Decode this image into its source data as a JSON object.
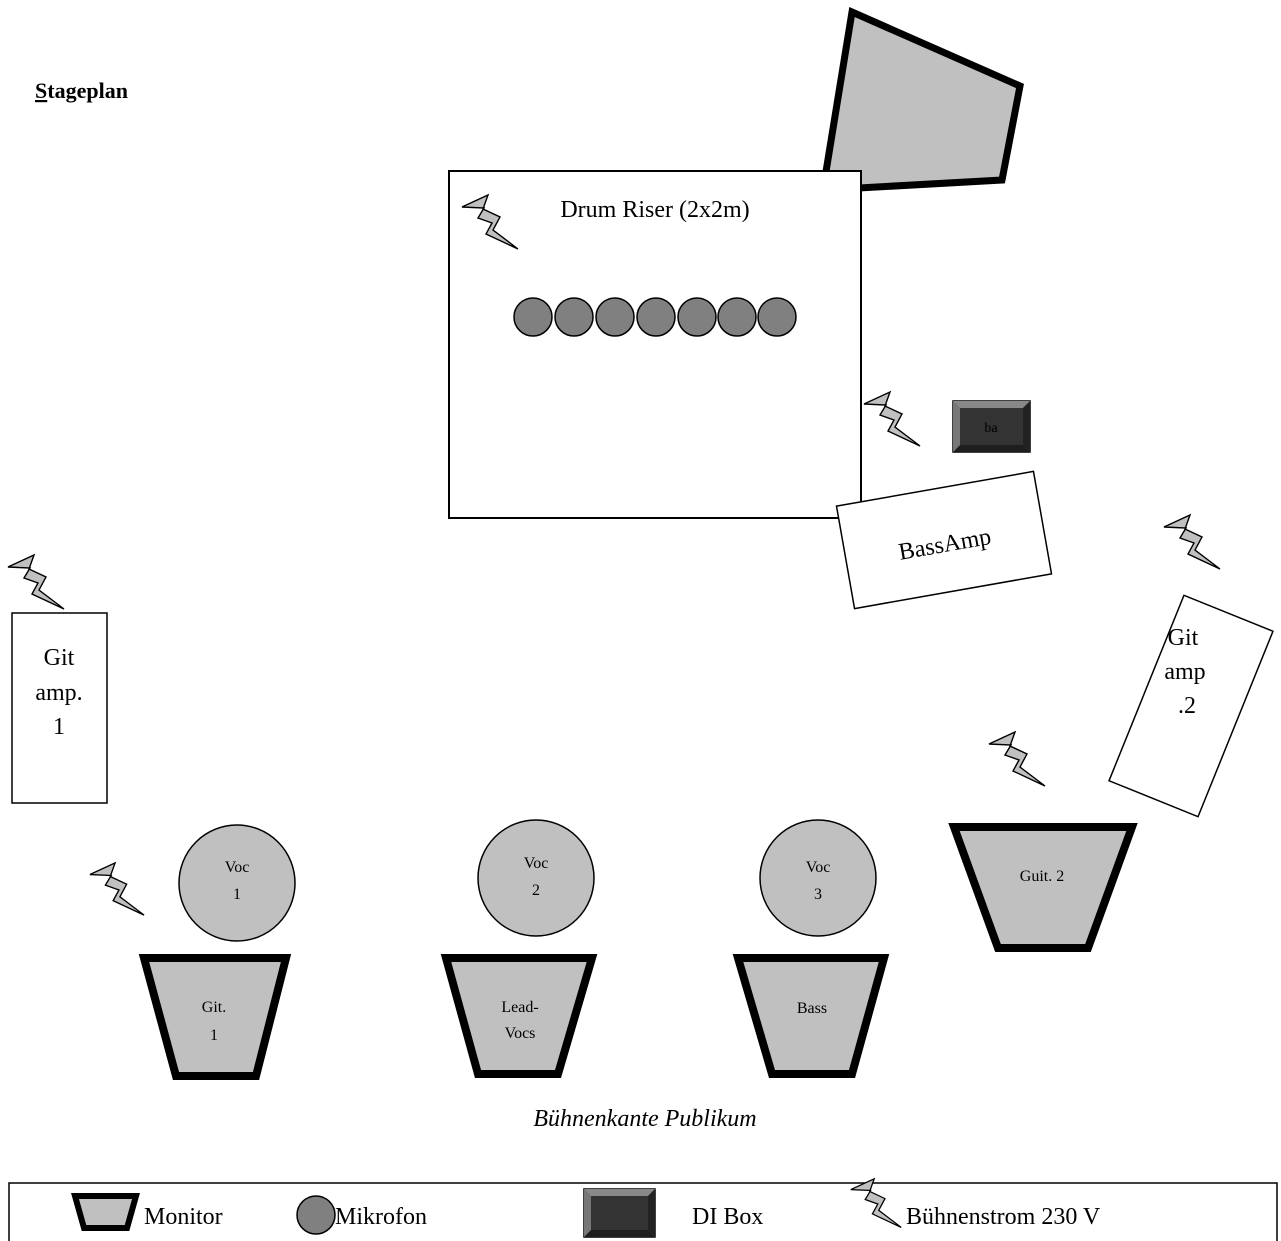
{
  "title": {
    "first_letter": "S",
    "rest": "tageplan"
  },
  "drum_riser": {
    "label": "Drum Riser (2x2m)"
  },
  "di_box": {
    "label": "ba"
  },
  "bass_amp": {
    "label": "BassAmp"
  },
  "git_amp_1": {
    "line1": "Git",
    "line2": "amp.",
    "line3": "1"
  },
  "git_amp_2": {
    "line1": "Git",
    "line2": "amp",
    "line3": ".2"
  },
  "vocal_mics": [
    {
      "line1": "Voc",
      "line2": "1"
    },
    {
      "line1": "Voc",
      "line2": "2"
    },
    {
      "line1": "Voc",
      "line2": "3"
    }
  ],
  "monitors": [
    {
      "line1": "Git.",
      "line2": "1"
    },
    {
      "line1": "Lead-",
      "line2": "Vocs"
    },
    {
      "line1": "Bass",
      "line2": ""
    },
    {
      "line1": "Guit. 2",
      "line2": ""
    }
  ],
  "stage_edge": "Bühnenkante Publikum",
  "legend": {
    "monitor": "Monitor",
    "microphone": "Mikrofon",
    "di_box": "DI Box",
    "power": "Bühnenstrom 230 V"
  },
  "colors": {
    "monitor_fill": "#c0c0c0",
    "mic_fill": "#808080",
    "di_fill": "#333333",
    "line": "#000000"
  }
}
